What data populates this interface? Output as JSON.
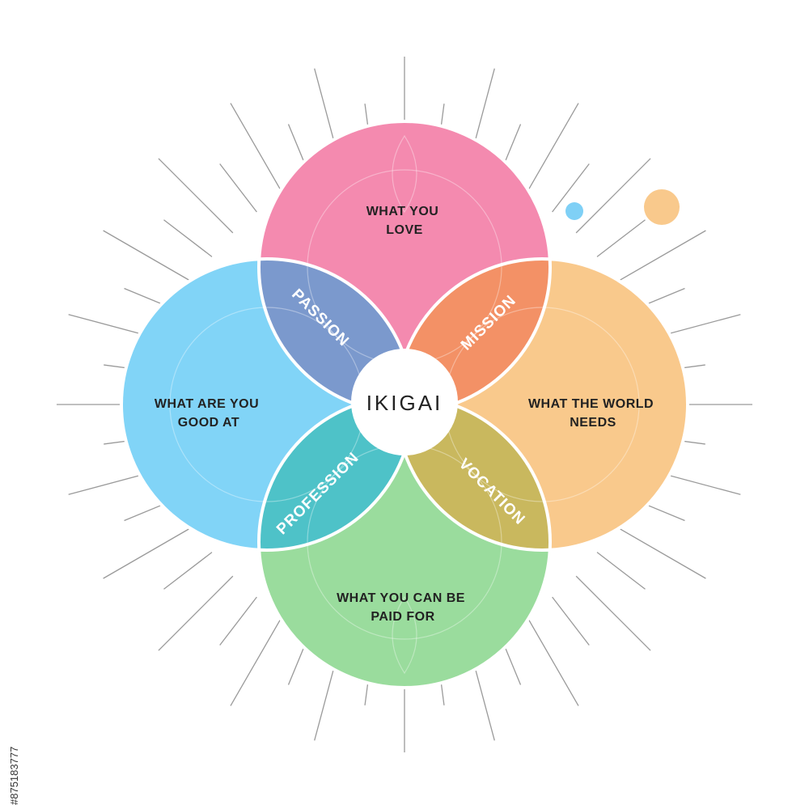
{
  "center": {
    "label": "IKIGAI"
  },
  "circles": {
    "love": {
      "line1": "WHAT YOU",
      "line2": "LOVE",
      "color": "#f48aaf"
    },
    "good": {
      "line1": "WHAT ARE YOU",
      "line2": "GOOD AT",
      "color": "#81d4f7"
    },
    "world": {
      "line1": "WHAT THE WORLD",
      "line2": "NEEDS",
      "color": "#f9c98c"
    },
    "paid": {
      "line1": "WHAT YOU CAN BE",
      "line2": "PAID FOR",
      "color": "#9adc9d"
    }
  },
  "overlaps": {
    "passion": {
      "label": "PASSION",
      "color": "#7b99cd"
    },
    "mission": {
      "label": "MISSION",
      "color": "#f39166"
    },
    "profession": {
      "label": "PROFESSION",
      "color": "#4ec2c8"
    },
    "vocation": {
      "label": "VOCATION",
      "color": "#c9b85e"
    }
  },
  "decor": {
    "dot_small_color": "#7fd0f6",
    "dot_large_color": "#f9c98c",
    "ray_color": "#9a9a9a"
  },
  "watermark": {
    "text": "#875183777"
  }
}
